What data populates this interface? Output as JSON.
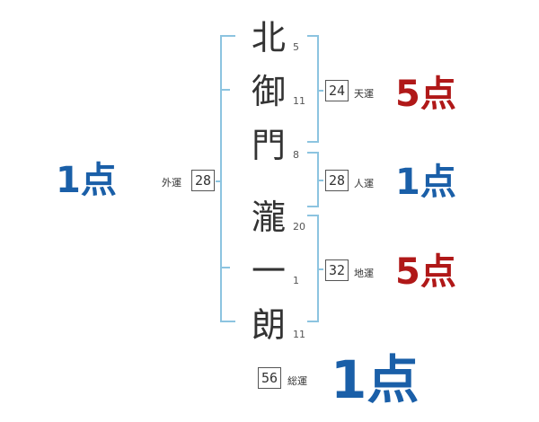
{
  "name_chars": [
    {
      "char": "北",
      "strokes": "5"
    },
    {
      "char": "御",
      "strokes": "11"
    },
    {
      "char": "門",
      "strokes": "8"
    },
    {
      "char": "瀧",
      "strokes": "20"
    },
    {
      "char": "一",
      "strokes": "1"
    },
    {
      "char": "朗",
      "strokes": "11"
    }
  ],
  "gaiun": {
    "label": "外運",
    "value": "28",
    "score": "1点"
  },
  "tenun": {
    "label": "天運",
    "value": "24",
    "score": "5点"
  },
  "jinun": {
    "label": "人運",
    "value": "28",
    "score": "1点"
  },
  "chiun": {
    "label": "地運",
    "value": "32",
    "score": "5点"
  },
  "souun": {
    "label": "総運",
    "value": "56",
    "score": "1点"
  },
  "colors": {
    "bracket": "#8cc4e0",
    "red": "#b01818",
    "blue": "#1a5fa8",
    "text": "#333333"
  }
}
